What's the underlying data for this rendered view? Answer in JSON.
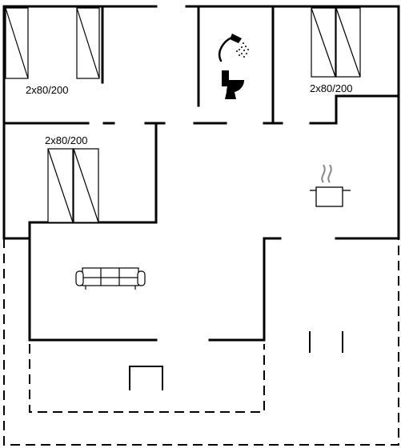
{
  "floorplan": {
    "rooms": {
      "bedroom_top_left": {
        "bed_label": "2x80/200"
      },
      "bedroom_top_right": {
        "bed_label": "2x80/200"
      },
      "bedroom_middle_left": {
        "bed_label": "2x80/200"
      }
    },
    "icons": {
      "shower": "shower-icon",
      "toilet": "toilet-icon",
      "cooking_pot": "cooking-pot-icon",
      "sofa": "sofa-icon",
      "outdoor_table": "table-icon"
    },
    "colors": {
      "wall": "#000000",
      "background": "#ffffff"
    }
  }
}
